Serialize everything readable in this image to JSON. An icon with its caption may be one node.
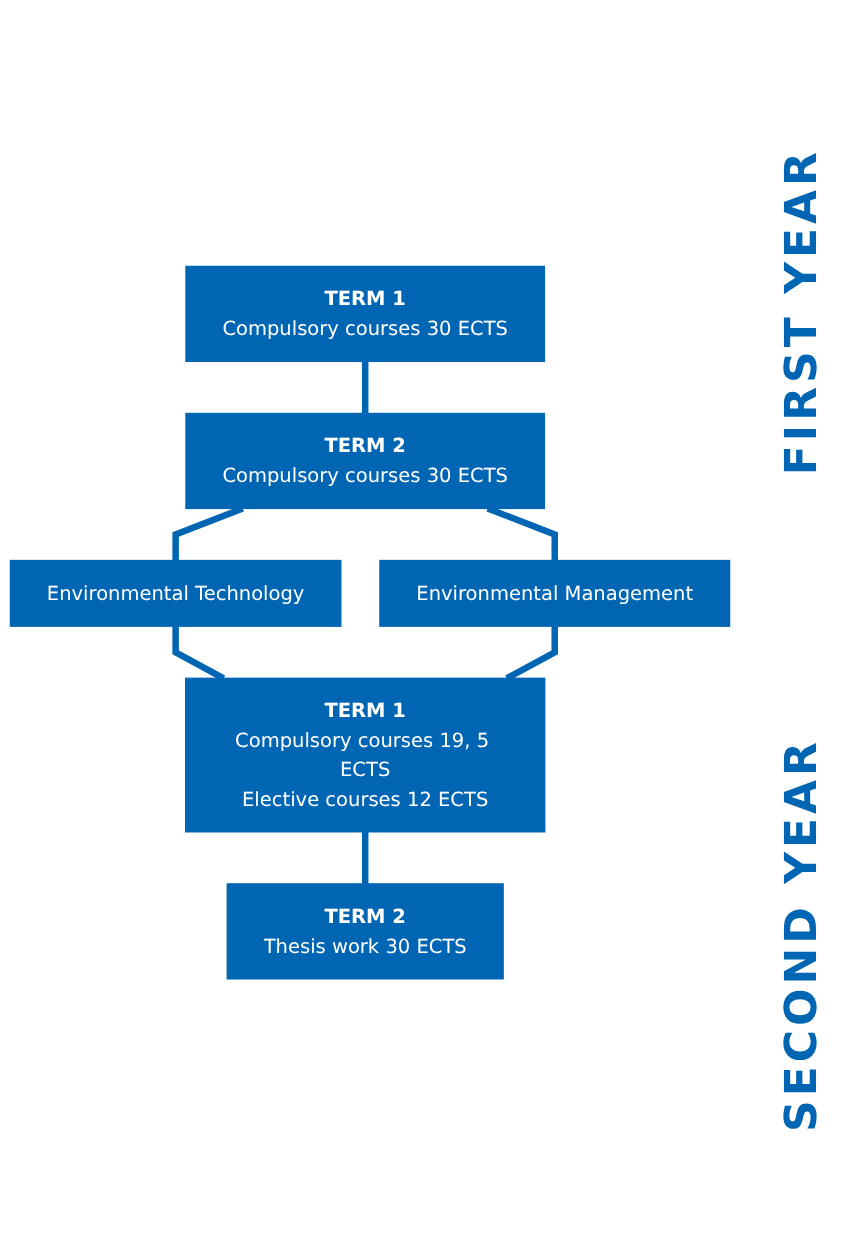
{
  "diagram": {
    "nodes": [
      {
        "text": [
          "TERM 1",
          "Compulsory courses 30 ECTS"
        ]
      },
      {
        "text": [
          "TERM 2",
          "Compulsory courses 30 ECTS"
        ]
      },
      {
        "text": [
          "Environmental Technology"
        ]
      },
      {
        "text": [
          "Environmental Management"
        ]
      },
      {
        "text": [
          "TERM 1",
          "Compulsory courses 19, 5 ECTS",
          "Elective courses 12 ECTS"
        ]
      },
      {
        "text": [
          "TERM 2",
          "Thesis work 30 ECTS"
        ]
      }
    ],
    "edges": [
      {
        "from": 0,
        "to": 1,
        "arrow": "none"
      },
      {
        "from": 1,
        "to": 2,
        "arrow": "none"
      },
      {
        "from": 1,
        "to": 3,
        "arrow": "none"
      },
      {
        "from": 2,
        "to": 4,
        "arrow": "none"
      },
      {
        "from": 3,
        "to": 4,
        "arrow": "none"
      },
      {
        "from": 4,
        "to": 5,
        "arrow": "none"
      }
    ],
    "labels": [
      "FIRST YEAR",
      "SECOND YEAR"
    ]
  }
}
